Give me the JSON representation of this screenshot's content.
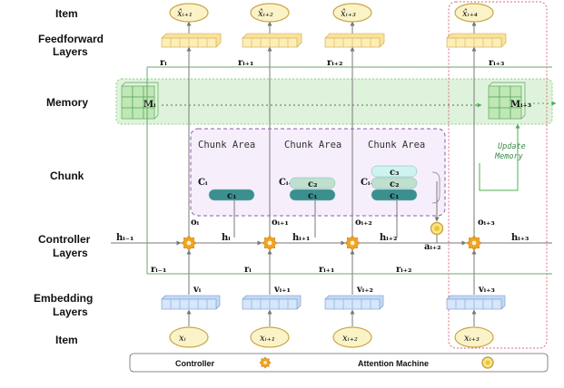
{
  "row_labels": {
    "item_top": "Item",
    "feedforward": [
      "Feedforward",
      "Layers"
    ],
    "memory": "Memory",
    "chunk": "Chunk",
    "controller": [
      "Controller",
      "Layers"
    ],
    "embedding": [
      "Embedding",
      "Layers"
    ],
    "item_bottom": "Item"
  },
  "outputs": [
    "x̂ᵢ₊₁",
    "x̂ᵢ₊₂",
    "x̂ᵢ₊₃",
    "x̂ᵢ₊₄"
  ],
  "inputs": [
    "xᵢ",
    "xᵢ₊₁",
    "xᵢ₊₂",
    "xᵢ₊₃"
  ],
  "memory": {
    "left": "Mᵢ",
    "right": "Mᵢ₊₃",
    "update_label": [
      "Update",
      "Memory"
    ]
  },
  "chunk_area": {
    "title": "Chunk Area",
    "blocks": [
      {
        "name": "Cᵢ",
        "chunks": [
          "c₁"
        ]
      },
      {
        "name": "Cᵢ₊₁",
        "chunks": [
          "c₂",
          "c₁"
        ]
      },
      {
        "name": "Cᵢ₊₂",
        "chunks": [
          "c₃",
          "c₂",
          "c₁"
        ]
      }
    ]
  },
  "r_top": [
    "rᵢ",
    "rᵢ₊₁",
    "rᵢ₊₂",
    "rᵢ₊₃"
  ],
  "r_bottom": [
    "rᵢ₋₁",
    "rᵢ",
    "rᵢ₊₁",
    "rᵢ₊₂"
  ],
  "o_labels": [
    "oᵢ",
    "oᵢ₊₁",
    "oᵢ₊₂",
    "oᵢ₊₃"
  ],
  "h_labels": [
    "hᵢ₋₁",
    "hᵢ",
    "hᵢ₊₁",
    "hᵢ₊₂",
    "hᵢ₊₃"
  ],
  "v_labels": [
    "vᵢ",
    "vᵢ₊₁",
    "vᵢ₊₂",
    "vᵢ₊₃"
  ],
  "a_label": "aᵢ₊₂",
  "legend": {
    "controller": "Controller",
    "attention": "Attention Machine"
  },
  "colors": {
    "memory_band": "#dff3dc",
    "memory_border": "#8ccf86",
    "memory_cell": "#bfe8b6",
    "chunk_area_fill": "#f6eefb",
    "chunk_area_border": "#8a5aa8",
    "chunk_dark": "#3b8f8f",
    "chunk_mid": "#bfe0cf",
    "chunk_light": "#cff3ee",
    "ff_fill": "#fdeeb8",
    "emb_fill": "#d6e6fb",
    "emb_border": "#6f96c8",
    "node_fill": "#fbf3c8",
    "node_border": "#c9a645",
    "gear": "#f1a31f",
    "dashed_red": "#e06a7a",
    "line": "#7a7a7a",
    "green_line": "#4caf50"
  }
}
